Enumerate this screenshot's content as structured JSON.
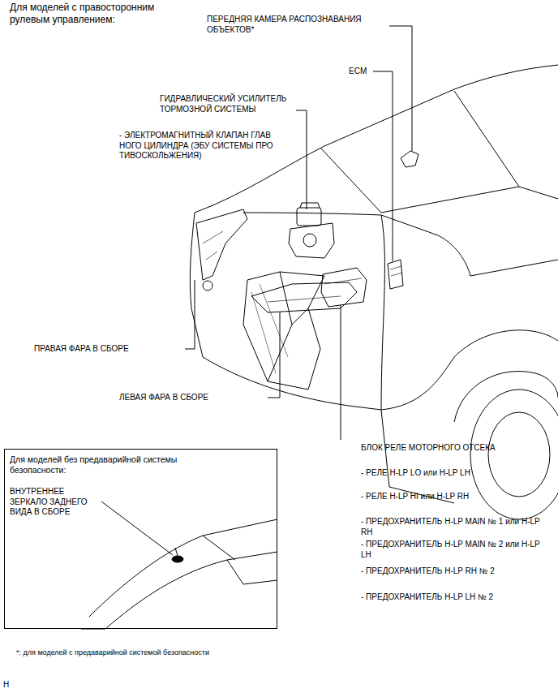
{
  "diagram": {
    "title": "Для моделей с правосторонним рулевым управлением:",
    "nodes": [
      {
        "text": [
          "Для моделей без предаварийной системы безопасности:",
          "ВНУТРЕННЕЕ ЗЕРКАЛО ЗАДНЕГО ВИДА В СБОРЕ"
        ]
      }
    ],
    "labels": [
      "ПЕРЕДНЯЯ КАМЕРА РАСПОЗНАВАНИЯ ОБЪЕКТОВ*",
      "ECM",
      "ГИДРАВЛИЧЕСКИЙ УСИЛИТЕЛЬ ТОРМОЗНОЙ СИСТЕМЫ",
      "- ЭЛЕКТРОМАГНИТНЫЙ КЛАПАН ГЛАВ НОГО ЦИЛИНДРА (ЭБУ СИСТЕМЫ ПРО ТИВОСКОЛЬЖЕНИЯ)",
      "ПРАВАЯ ФАРА В СБОРЕ",
      "ЛЕВАЯ ФАРА В СБОРЕ",
      "БЛОК РЕЛЕ МОТОРНОГО ОТСЕКА",
      "- РЕЛЕ H-LP LO или H-LP LH",
      "- РЕЛЕ H-LP HI или H-LP RH",
      "- ПРЕДОХРАНИТЕЛЬ H-LP MAIN № 1 или H-LP RH",
      "- ПРЕДОХРАНИТЕЛЬ H-LP MAIN № 2 или H-LP LH",
      "- ПРЕДОХРАНИТЕЛЬ H-LP RH № 2",
      "- ПРЕДОХРАНИТЕЛЬ H-LP LH № 2",
      "*: для моделей с предаварийной системой безопасности",
      "H"
    ]
  }
}
